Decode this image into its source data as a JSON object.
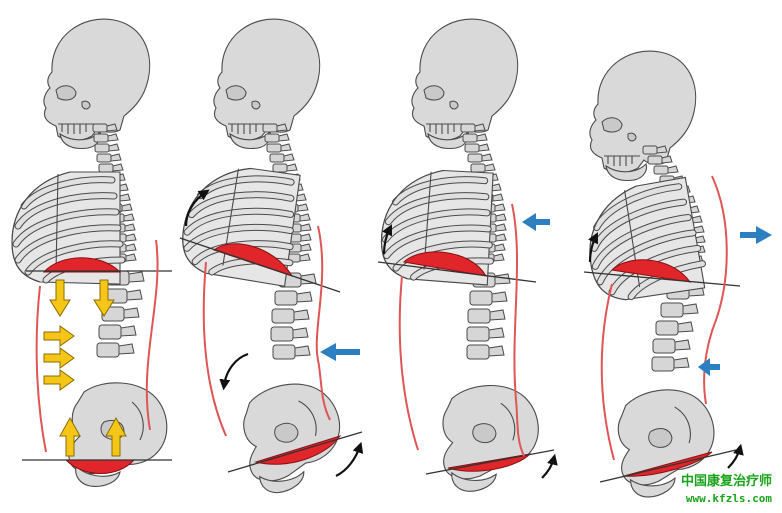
{
  "figure": {
    "panel_count": 4,
    "panels": [
      {
        "id": "panel-1",
        "posture": "neutral",
        "force_arrows": "yellow-pressure-arrows"
      },
      {
        "id": "panel-2",
        "posture": "swayback",
        "force_arrows": "blue-push-left-lumbar"
      },
      {
        "id": "panel-3",
        "posture": "thoracic-extension",
        "force_arrows": "blue-push-left-thoracic"
      },
      {
        "id": "panel-4",
        "posture": "kyphotic",
        "force_arrows": "blue-push-right-thoracic-and-left-lumbar"
      }
    ],
    "colors": {
      "bone": "#d9d9d9",
      "outline": "#4a4a4a",
      "diaphragm": "#e0262b",
      "muscle_line": "#e05555",
      "pressure_arrow": "#f5c518",
      "push_arrow": "#2c7fc1",
      "rotation_arrow": "#111111"
    }
  },
  "watermark": {
    "site_name": "中国康复治疗师",
    "url": "www.kfzls.com",
    "color": "#1aa31a"
  }
}
